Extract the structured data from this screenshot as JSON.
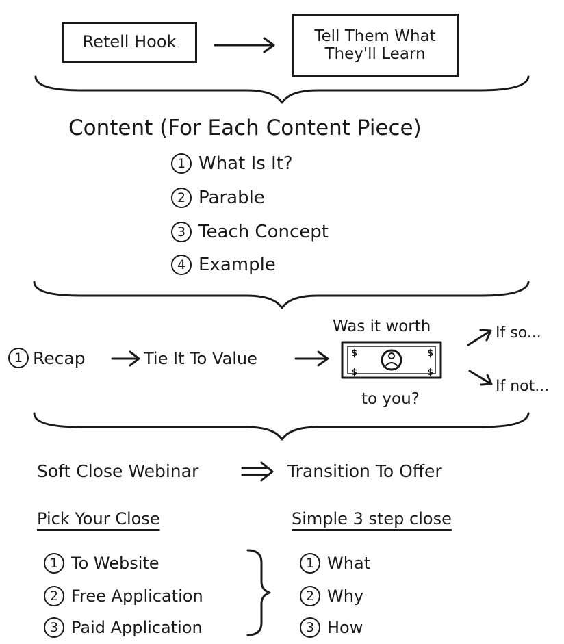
{
  "intro": {
    "box_hook": "Retell Hook",
    "box_learn_line1": "Tell Them What",
    "box_learn_line2": "They'll Learn"
  },
  "content": {
    "title": "Content (For Each Content Piece)",
    "steps": [
      {
        "num": "1",
        "label": "What Is It?"
      },
      {
        "num": "2",
        "label": "Parable"
      },
      {
        "num": "3",
        "label": "Teach Concept"
      },
      {
        "num": "4",
        "label": "Example"
      }
    ]
  },
  "recap": {
    "num": "1",
    "recap_label": "Recap",
    "tie_label": "Tie It To Value",
    "question_top": "Was it worth",
    "question_bottom": "to you?",
    "if_so": "If so...",
    "if_not": "If not..."
  },
  "close": {
    "soft_close": "Soft Close Webinar",
    "transition": "Transition To Offer",
    "pick_heading": "Pick Your Close",
    "pick_items": [
      {
        "num": "1",
        "label": "To Website"
      },
      {
        "num": "2",
        "label": "Free Application"
      },
      {
        "num": "3",
        "label": "Paid Application"
      }
    ],
    "simple_heading": "Simple 3 step close",
    "simple_items": [
      {
        "num": "1",
        "label": "What"
      },
      {
        "num": "2",
        "label": "Why"
      },
      {
        "num": "3",
        "label": "How"
      }
    ]
  }
}
